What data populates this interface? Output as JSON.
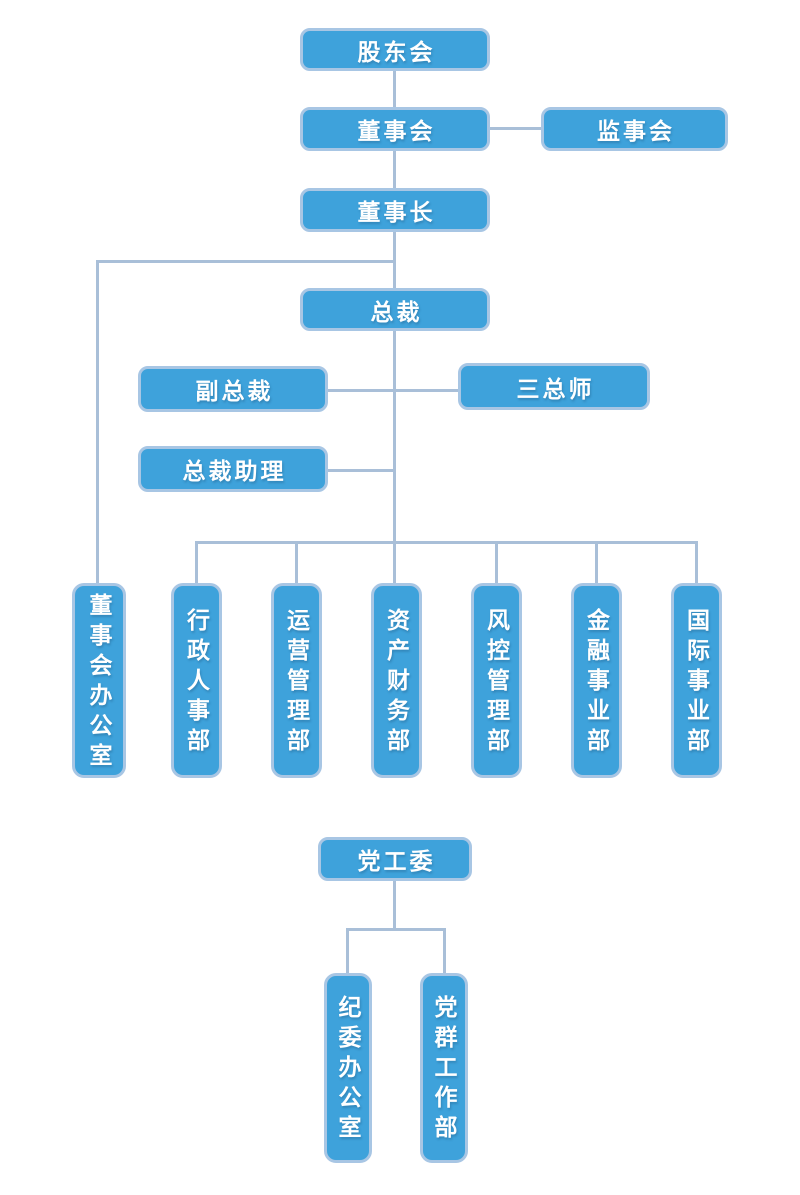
{
  "diagram_title": "organization-chart",
  "colors": {
    "node_fill": "#3ea2db",
    "node_border": "#a8c6e4",
    "connector_line": "#a9bfd8",
    "node_text": "#ffffff",
    "background": "#ffffff"
  },
  "nodes": {
    "shareholders": {
      "label": "股东会"
    },
    "board": {
      "label": "董事会"
    },
    "supervisory": {
      "label": "监事会"
    },
    "chairman": {
      "label": "董事长"
    },
    "president": {
      "label": "总裁"
    },
    "vice_president": {
      "label": "副总裁"
    },
    "three_chiefs": {
      "label": "三总师"
    },
    "president_assistant": {
      "label": "总裁助理"
    },
    "board_office": {
      "label": "董事会办公室"
    },
    "admin_hr": {
      "label": "行政人事部"
    },
    "operations": {
      "label": "运营管理部"
    },
    "asset_finance": {
      "label": "资产财务部"
    },
    "risk_control": {
      "label": "风控管理部"
    },
    "financial_business": {
      "label": "金融事业部"
    },
    "international_business": {
      "label": "国际事业部"
    },
    "party_committee": {
      "label": "党工委"
    },
    "discipline_office": {
      "label": "纪委办公室"
    },
    "party_mass_work": {
      "label": "党群工作部"
    }
  },
  "edges": [
    {
      "from": "shareholders",
      "to": "board"
    },
    {
      "from": "board",
      "to": "supervisory"
    },
    {
      "from": "board",
      "to": "chairman"
    },
    {
      "from": "chairman",
      "to": "board_office"
    },
    {
      "from": "chairman",
      "to": "president"
    },
    {
      "from": "president",
      "to": "vice_president"
    },
    {
      "from": "president",
      "to": "three_chiefs"
    },
    {
      "from": "president",
      "to": "president_assistant"
    },
    {
      "from": "president",
      "to": "admin_hr"
    },
    {
      "from": "president",
      "to": "operations"
    },
    {
      "from": "president",
      "to": "asset_finance"
    },
    {
      "from": "president",
      "to": "risk_control"
    },
    {
      "from": "president",
      "to": "financial_business"
    },
    {
      "from": "president",
      "to": "international_business"
    },
    {
      "from": "party_committee",
      "to": "discipline_office"
    },
    {
      "from": "party_committee",
      "to": "party_mass_work"
    }
  ]
}
